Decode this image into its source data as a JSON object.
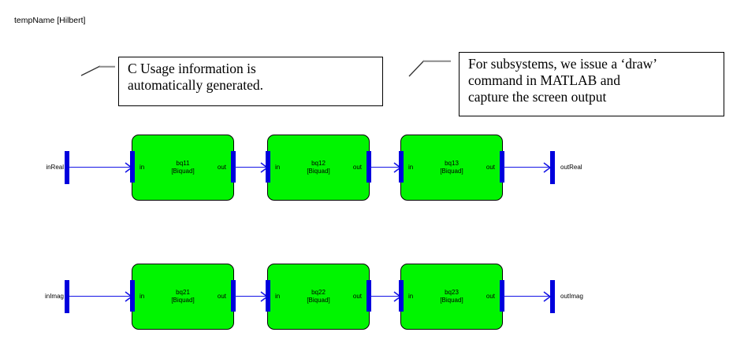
{
  "diagram": {
    "title": "tempName [Hilbert]"
  },
  "callouts": [
    {
      "lines": [
        "C Usage information is",
        "automatically generated."
      ]
    },
    {
      "lines": [
        "For subsystems, we issue a ‘draw’",
        "command in MATLAB and",
        "capture the screen output"
      ]
    }
  ],
  "rows": [
    {
      "input_label": "inReal",
      "output_label": "outReal",
      "blocks": [
        {
          "name": "bq11",
          "type": "[Biquad]",
          "in": "in",
          "out": "out"
        },
        {
          "name": "bq12",
          "type": "[Biquad]",
          "in": "in",
          "out": "out"
        },
        {
          "name": "bq13",
          "type": "[Biquad]",
          "in": "in",
          "out": "out"
        }
      ]
    },
    {
      "input_label": "inImag",
      "output_label": "outImag",
      "blocks": [
        {
          "name": "bq21",
          "type": "[Biquad]",
          "in": "in",
          "out": "out"
        },
        {
          "name": "bq22",
          "type": "[Biquad]",
          "in": "in",
          "out": "out"
        },
        {
          "name": "bq23",
          "type": "[Biquad]",
          "in": "in",
          "out": "out"
        }
      ]
    }
  ],
  "colors": {
    "block_fill": "#00f500",
    "block_border": "#000000",
    "wire": "#1414e6",
    "port": "#0000dd",
    "callout_border": "#000000"
  }
}
